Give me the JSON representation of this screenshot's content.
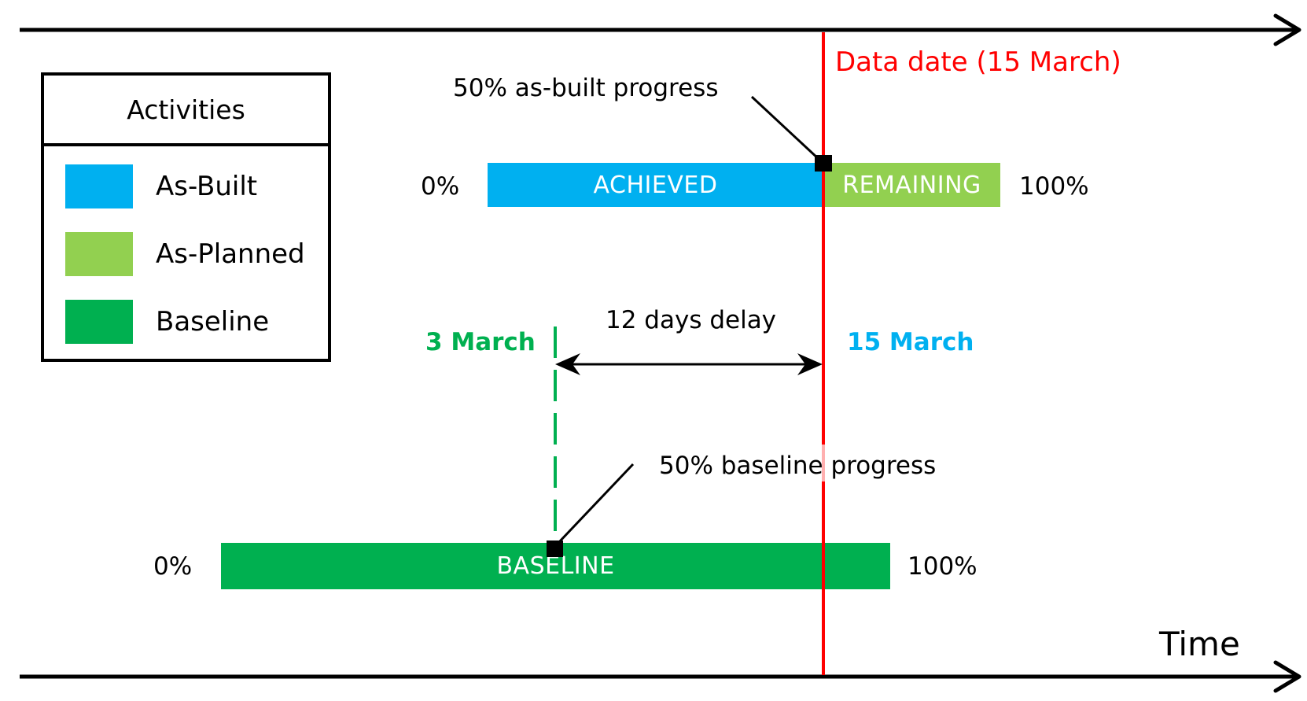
{
  "colors": {
    "as_built": "#00B0F0",
    "as_planned": "#92D050",
    "baseline": "#00B050",
    "data_date": "#FF0000",
    "axis": "#000000"
  },
  "legend": {
    "title": "Activities",
    "items": [
      {
        "label": "As-Built",
        "color": "#00B0F0"
      },
      {
        "label": "As-Planned",
        "color": "#92D050"
      },
      {
        "label": "Baseline",
        "color": "#00B050"
      }
    ]
  },
  "data_date": {
    "label": "Data date (15 March)"
  },
  "as_built_row": {
    "annotation": "50% as-built progress",
    "start_label": "0%",
    "end_label": "100%",
    "achieved_label": "ACHIEVED",
    "remaining_label": "REMAINING"
  },
  "delay": {
    "baseline_date": "3 March",
    "actual_date": "15 March",
    "label": "12 days delay"
  },
  "baseline_row": {
    "annotation": "50% baseline progress",
    "start_label": "0%",
    "end_label": "100%",
    "bar_label": "BASELINE"
  },
  "axis": {
    "label": "Time"
  }
}
